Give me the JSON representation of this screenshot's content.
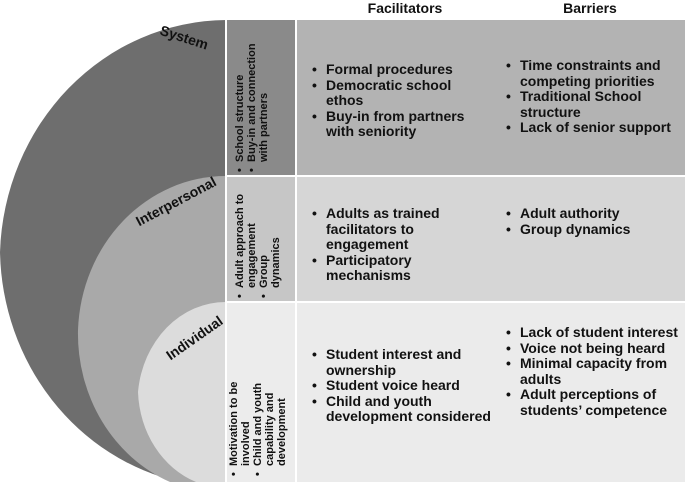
{
  "header": {
    "facilitators": "Facilitators",
    "barriers": "Barriers"
  },
  "levels": {
    "system": {
      "label": "System",
      "themes": [
        "School structure",
        "Buy-in and connection with partners"
      ],
      "facilitators": [
        "Formal procedures",
        "Democratic school ethos",
        "Buy-in from partners with seniority"
      ],
      "barriers": [
        "Time constraints and competing priorities",
        "Traditional School structure",
        "Lack of senior support"
      ]
    },
    "interpersonal": {
      "label": "Interpersonal",
      "themes": [
        "Adult approach to engagement",
        "Group dynamics"
      ],
      "facilitators": [
        "Adults as trained facilitators to engagement",
        "Participatory mechanisms"
      ],
      "barriers": [
        "Adult authority",
        "Group dynamics"
      ]
    },
    "individual": {
      "label": "Individual",
      "themes": [
        "Motivation to be involved",
        "Child and youth capability and development"
      ],
      "facilitators": [
        "Student interest and ownership",
        "Student voice heard",
        "Child and youth development considered"
      ],
      "barriers": [
        "Lack of student interest",
        "Voice not being heard",
        "Minimal capacity from adults",
        "Adult perceptions of students’ competence"
      ]
    }
  },
  "colors": {
    "system_arc": "#6e6e6e",
    "interpersonal_arc": "#a9a9a9",
    "individual_arc": "#dcdcdc",
    "system_theme": "#8a8a8a",
    "interpersonal_theme": "#c6c6c6",
    "individual_theme": "#ececec",
    "system_row": "#b3b3b3",
    "interpersonal_row": "#d6d6d6",
    "individual_row": "#ebebeb"
  }
}
